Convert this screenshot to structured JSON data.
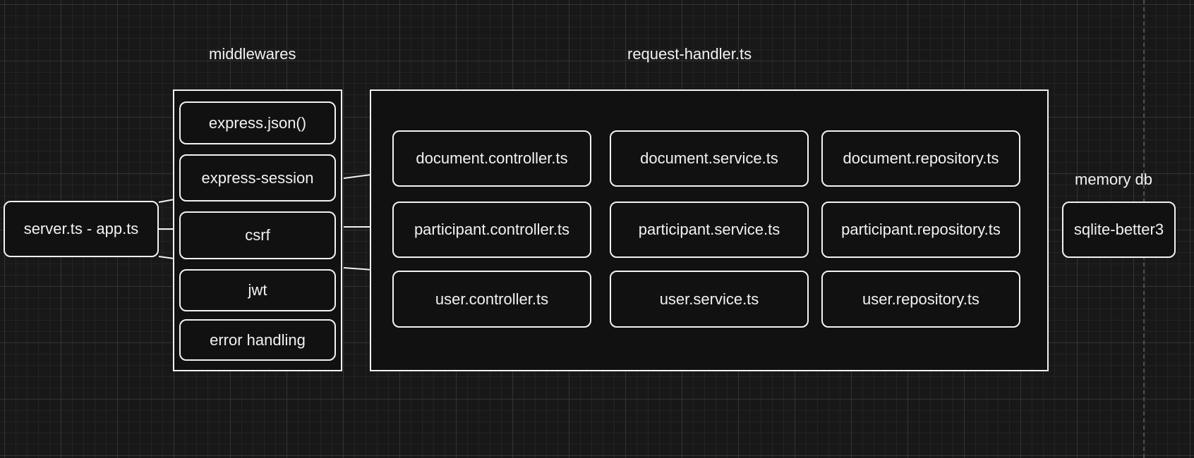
{
  "colors": {
    "background": "#181818",
    "grid": "#333333",
    "stroke": "#f2f2f2",
    "fill": "#111111"
  },
  "labels": {
    "middlewares": "middlewares",
    "request_handler": "request-handler.ts",
    "memory_db": "memory db"
  },
  "entry": {
    "label": "server.ts - app.ts"
  },
  "middlewares": {
    "items": [
      {
        "label": "express.json()"
      },
      {
        "label": "express-session"
      },
      {
        "label": "csrf"
      },
      {
        "label": "jwt"
      },
      {
        "label": "error handling"
      }
    ]
  },
  "request_handler": {
    "rows": [
      {
        "controller": "document.controller.ts",
        "service": "document.service.ts",
        "repository": "document.repository.ts"
      },
      {
        "controller": "participant.controller.ts",
        "service": "participant.service.ts",
        "repository": "participant.repository.ts"
      },
      {
        "controller": "user.controller.ts",
        "service": "user.service.ts",
        "repository": "user.repository.ts"
      }
    ]
  },
  "database": {
    "label": "sqlite-better3"
  }
}
